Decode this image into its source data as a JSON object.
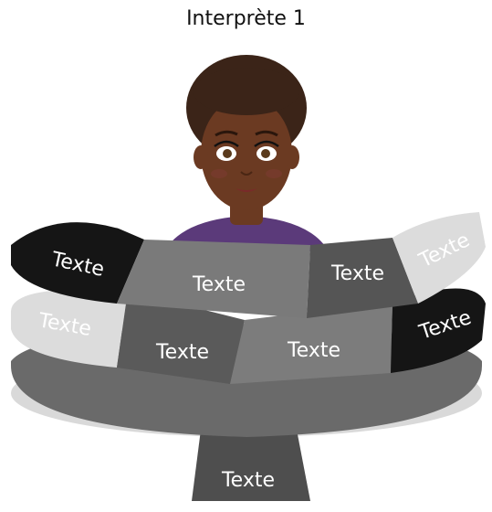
{
  "header": {
    "title": "Interprète 1"
  },
  "avatar": {
    "name": "woman-avatar"
  },
  "ring_top": {
    "segments": [
      {
        "label": "Texte",
        "fill": "#151515",
        "text_color": "#ffffff"
      },
      {
        "label": "Texte",
        "fill": "#7a7a7a",
        "text_color": "#ffffff"
      },
      {
        "label": "Texte",
        "fill": "#555555",
        "text_color": "#ffffff"
      },
      {
        "label": "Texte",
        "fill": "#dcdcdc",
        "text_color": "#ffffff"
      }
    ]
  },
  "ring_middle": {
    "segments": [
      {
        "label": "Texte",
        "fill": "#dcdcdc",
        "text_color": "#ffffff"
      },
      {
        "label": "Texte",
        "fill": "#5a5a5a",
        "text_color": "#ffffff"
      },
      {
        "label": "Texte",
        "fill": "#7c7c7c",
        "text_color": "#ffffff"
      },
      {
        "label": "Texte",
        "fill": "#151515",
        "text_color": "#ffffff"
      }
    ]
  },
  "base": {
    "label": "Texte",
    "fill": "#4e4e4e",
    "text_color": "#ffffff"
  },
  "colors": {
    "skin": "#6b3a22",
    "hair": "#3b2418",
    "top": "#5b3a7a",
    "plate": "#6a6a6a"
  }
}
